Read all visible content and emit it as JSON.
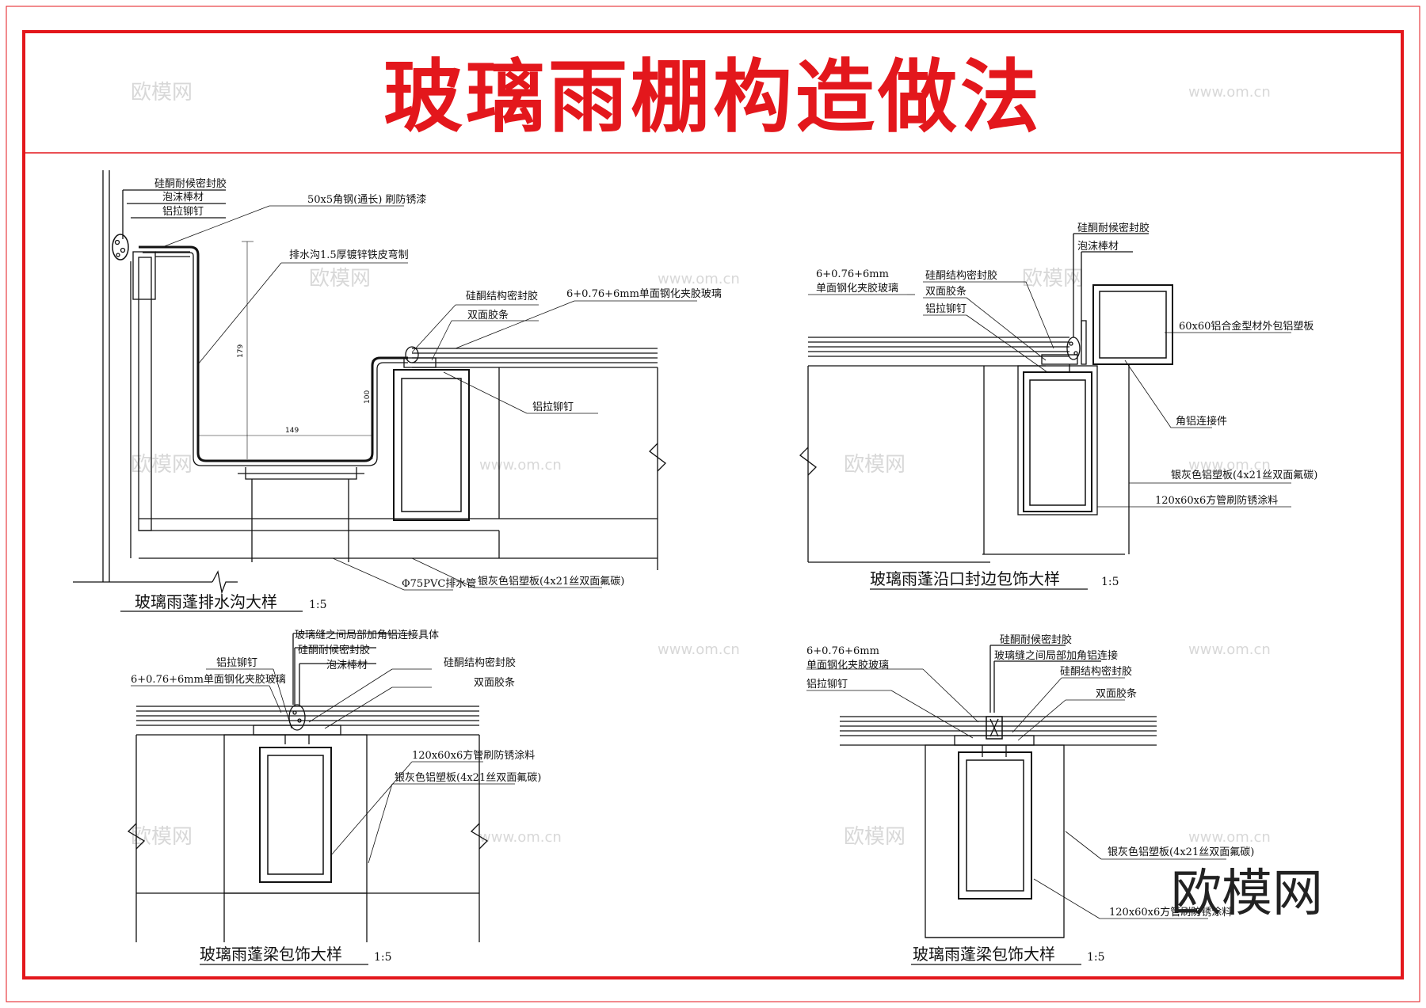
{
  "title": "玻璃雨棚构造做法",
  "colors": {
    "frame": "#e3171c",
    "title": "#e3171c",
    "line": "#111111",
    "watermark": "#d8d8d8"
  },
  "watermarks": [
    "欧模网",
    "www.om.cn"
  ],
  "brand": "欧模网",
  "details": {
    "gutter": {
      "caption": "玻璃雨蓬排水沟大样",
      "scale": "1:5",
      "labels": {
        "l1": "硅酮耐候密封胶",
        "l2": "泡沫棒材",
        "l3": "铝拉铆钉",
        "l4": "50x5角钢(通长) 刷防锈漆",
        "l5": "排水沟1.5厚镀锌铁皮弯制",
        "l6": "硅酮结构密封胶",
        "l7": "双面胶条",
        "l8": "6+0.76+6mm单面钢化夹胶玻璃",
        "l9": "铝拉铆钉",
        "l10": "Φ75PVC排水管",
        "l11": "银灰色铝塑板(4x21丝双面氟碳)"
      },
      "dims": {
        "d1": "179",
        "d2": "149",
        "d3": "100"
      }
    },
    "edge": {
      "caption": "玻璃雨蓬沿口封边包饰大样",
      "scale": "1:5",
      "labels": {
        "l1": "硅酮耐候密封胶",
        "l2": "泡沫棒材",
        "l3": "6+0.76+6mm",
        "l3b": "单面钢化夹胶玻璃",
        "l4": "硅酮结构密封胶",
        "l5": "双面胶条",
        "l6": "铝拉铆钉",
        "l7": "60x60铝合金型材外包铝塑板",
        "l8": "角铝连接件",
        "l9": "银灰色铝塑板(4x21丝双面氟碳)",
        "l10": "120x60x6方管刷防锈涂料"
      }
    },
    "beam1": {
      "caption": "玻璃雨蓬梁包饰大样",
      "scale": "1:5",
      "labels": {
        "l1": "玻璃缝之间局部加角铝连接具体",
        "l2": "硅酮耐候密封胶",
        "l3": "泡沫棒材",
        "l4": "铝拉铆钉",
        "l5": "6+0.76+6mm单面钢化夹胶玻璃",
        "l6": "硅酮结构密封胶",
        "l7": "双面胶条",
        "l8": "120x60x6方管刷防锈涂料",
        "l9": "银灰色铝塑板(4x21丝双面氟碳)"
      }
    },
    "beam2": {
      "caption": "玻璃雨蓬梁包饰大样",
      "scale": "1:5",
      "labels": {
        "l1": "硅酮耐候密封胶",
        "l2": "玻璃缝之间局部加角铝连接",
        "l3": "6+0.76+6mm",
        "l3b": "单面钢化夹胶玻璃",
        "l4": "硅酮结构密封胶",
        "l5": "铝拉铆钉",
        "l6": "双面胶条",
        "l7": "银灰色铝塑板(4x21丝双面氟碳)",
        "l8": "120x60x6方管刷防锈涂料"
      }
    }
  }
}
